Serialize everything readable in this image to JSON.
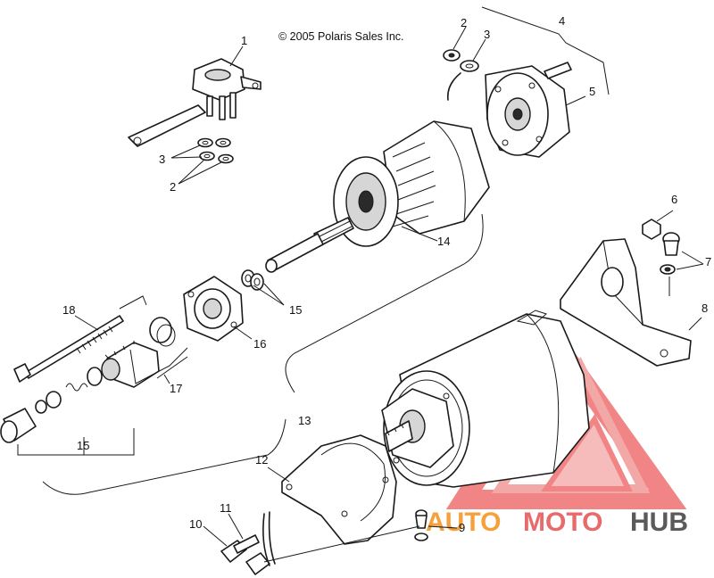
{
  "copyright": "© 2005 Polaris Sales Inc.",
  "watermark": {
    "part_a": "AUTO",
    "part_b": "MOTO",
    "part_c": "HUB",
    "color_a": "#f6a03c",
    "color_b": "#e86a6a",
    "color_c": "#5a5a5a"
  },
  "callouts": {
    "c1": "1",
    "c2_top": "2",
    "c3_top": "3",
    "c4": "4",
    "c5": "5",
    "c3_left": "3",
    "c2_left": "2",
    "c6": "6",
    "c7": "7",
    "c8": "8",
    "c9": "9",
    "c10": "10",
    "c11": "11",
    "c12": "12",
    "c13": "13",
    "c14": "14",
    "c15_mid": "15",
    "c15_low": "15",
    "c16": "16",
    "c17": "17",
    "c18": "18"
  }
}
